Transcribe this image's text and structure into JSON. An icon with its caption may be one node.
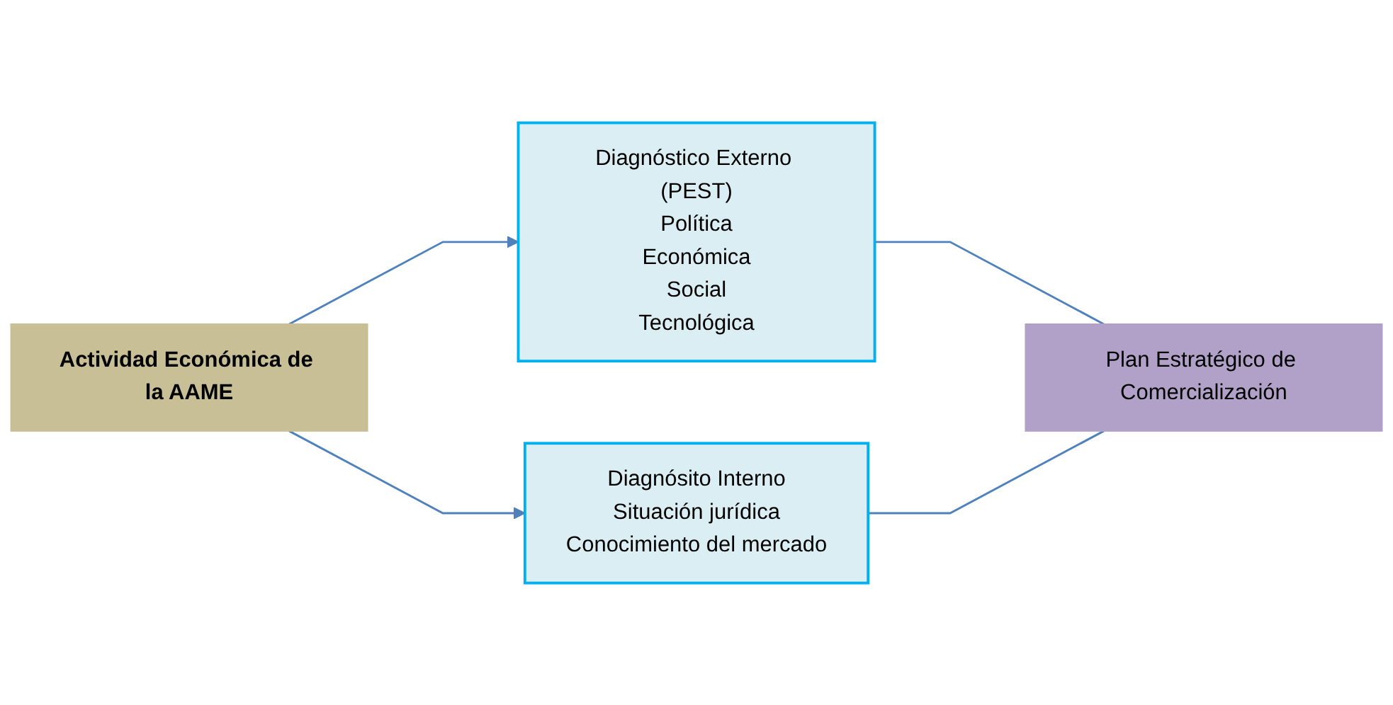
{
  "diagram": {
    "nodes": [
      {
        "text": [
          "Actividad Económica de la AAME"
        ]
      },
      {
        "text": [
          "Diagnóstico Externo (PEST)",
          "Política",
          "Económica",
          "Social",
          "Tecnológica"
        ]
      },
      {
        "text": [
          "Diagnósito Interno",
          "Situación jurídica",
          "Conocimiento del mercado"
        ]
      },
      {
        "text": [
          "Plan Estratégico de Comercialización"
        ]
      }
    ],
    "edges": [
      {
        "from": 0,
        "to": 1,
        "arrow": "to"
      },
      {
        "from": 0,
        "to": 2,
        "arrow": "to"
      },
      {
        "from": 1,
        "to": 3,
        "arrow": "none"
      },
      {
        "from": 2,
        "to": 3,
        "arrow": "none"
      }
    ]
  }
}
